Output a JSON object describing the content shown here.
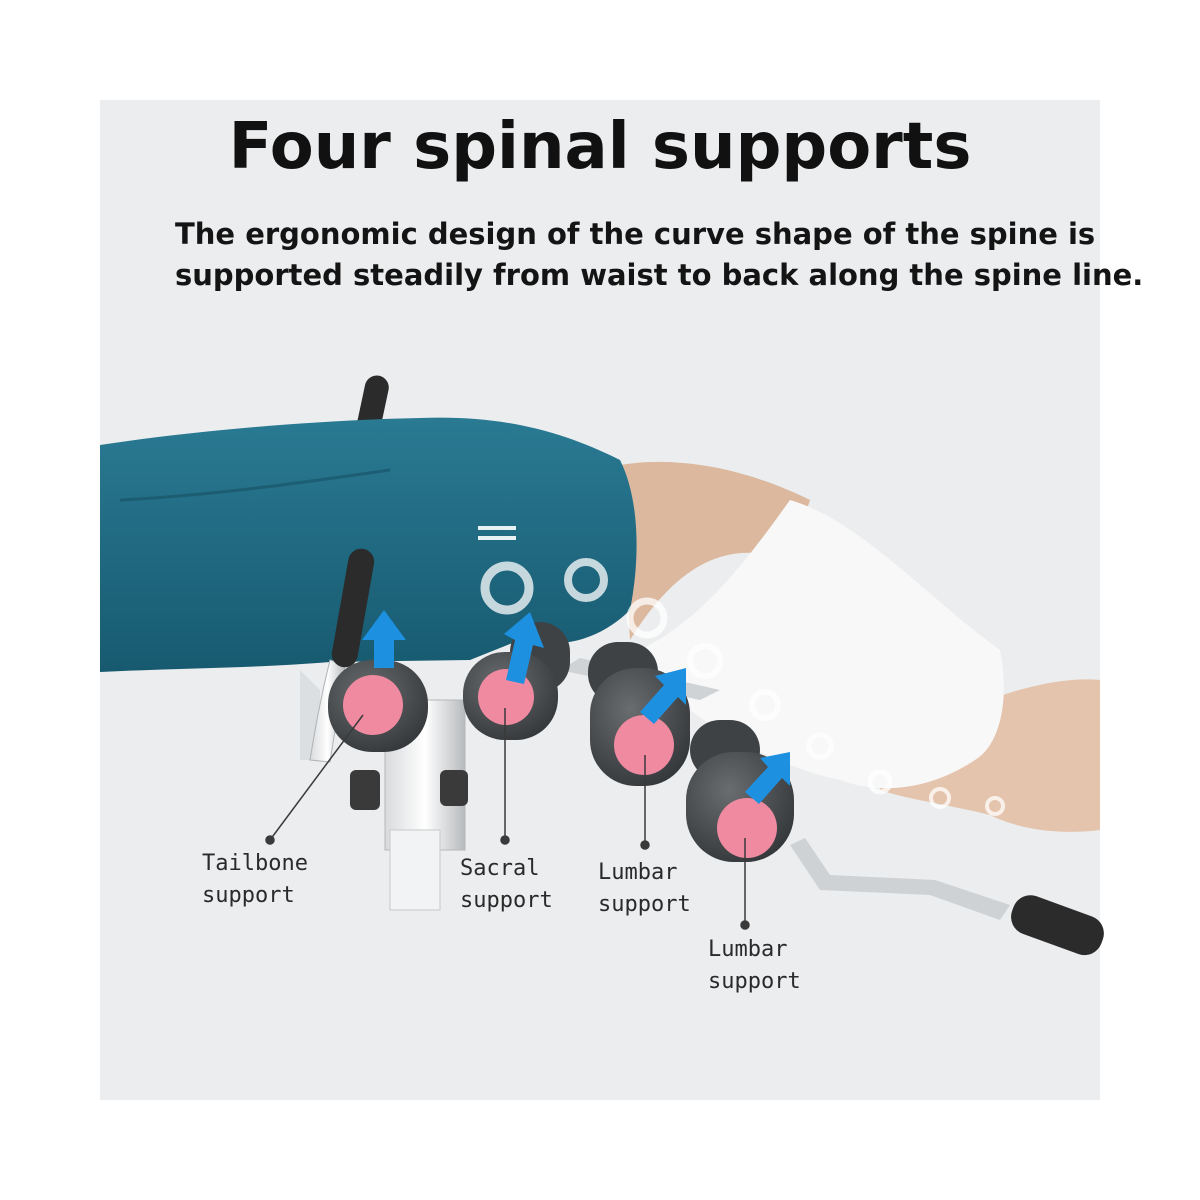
{
  "title": "Four spinal supports",
  "subtitle": {
    "line1": "The ergonomic design of the curve shape of the spine is",
    "line2": "supported steadily from waist to back along the spine line."
  },
  "callouts": [
    {
      "line1": "Tailbone",
      "line2": "support"
    },
    {
      "line1": "Sacral",
      "line2": "support"
    },
    {
      "line1": "Lumbar",
      "line2": "support"
    },
    {
      "line1": "Lumbar",
      "line2": "support"
    }
  ],
  "colors": {
    "background": "#ebedee",
    "leggings": "#1f6780",
    "roller": "#4a4d50",
    "roller_center": "#f08aa0",
    "arrow": "#1e90e0",
    "shirt": "#f7f7f7",
    "skin": "#e4c2aa"
  }
}
